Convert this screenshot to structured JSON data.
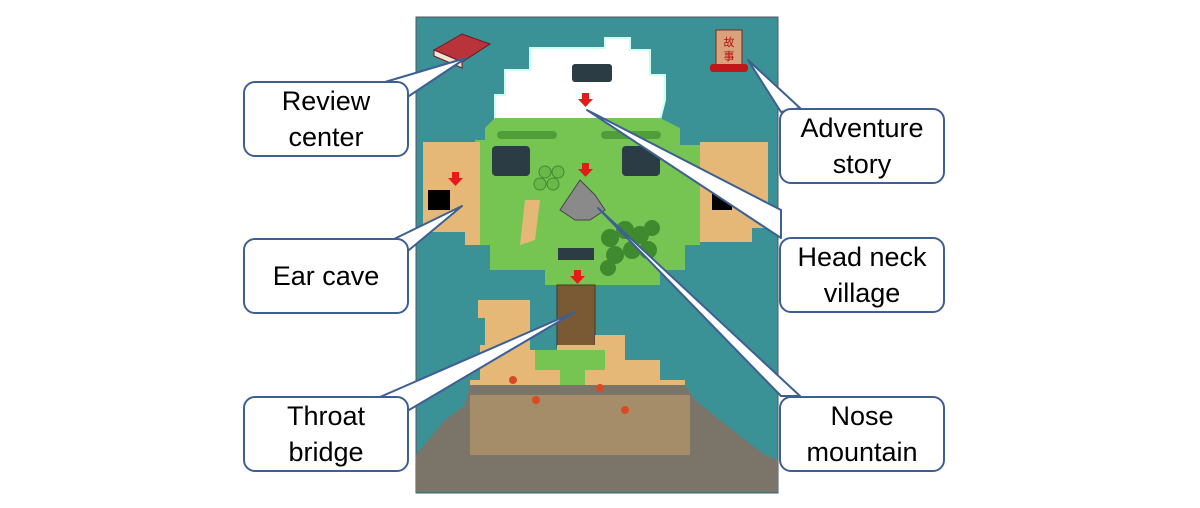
{
  "callouts": {
    "review_center": {
      "line1": "Review",
      "line2": "center"
    },
    "ear_cave": {
      "line1": "Ear cave"
    },
    "throat_bridge": {
      "line1": "Throat",
      "line2": "bridge"
    },
    "adventure_story": {
      "line1": "Adventure",
      "line2": "story"
    },
    "head_neck_village": {
      "line1": "Head neck",
      "line2": "village"
    },
    "nose_mountain": {
      "line1": "Nose",
      "line2": "mountain"
    }
  },
  "scroll_glyphs": "故事",
  "colors": {
    "sea": "#3a9196",
    "grass": "#76c553",
    "sand": "#e6b877",
    "snow": "#ffffff",
    "rock": "#7b7468",
    "callout_border": "#3d5f93",
    "arrow": "#e31b1b"
  }
}
